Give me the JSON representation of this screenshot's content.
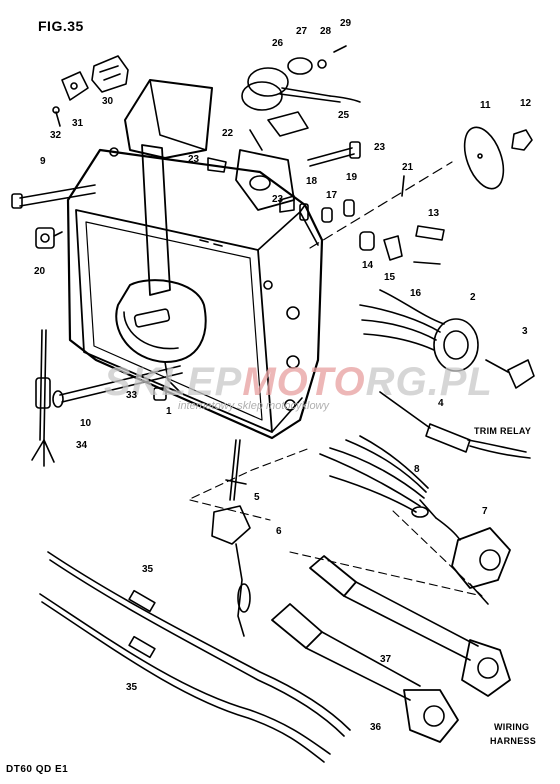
{
  "figure_label": "FIG.35",
  "model_code": "DT60 QD E1",
  "captions": {
    "trim_relay": "TRIM RELAY",
    "wiring": "WIRING",
    "harness": "HARNESS"
  },
  "watermark": {
    "brand_a": "SKLEP",
    "brand_b": "MOTO",
    "brand_c": "RG.PL",
    "tagline": "internetowy sklep motocyklowy"
  },
  "callouts": [
    "1",
    "2",
    "3",
    "4",
    "5",
    "6",
    "7",
    "8",
    "9",
    "10",
    "11",
    "12",
    "13",
    "14",
    "15",
    "16",
    "17",
    "18",
    "19",
    "20",
    "21",
    "22",
    "23",
    "23",
    "23",
    "25",
    "26",
    "27",
    "28",
    "29",
    "30",
    "31",
    "32",
    "33",
    "34",
    "35",
    "35",
    "36",
    "37"
  ]
}
